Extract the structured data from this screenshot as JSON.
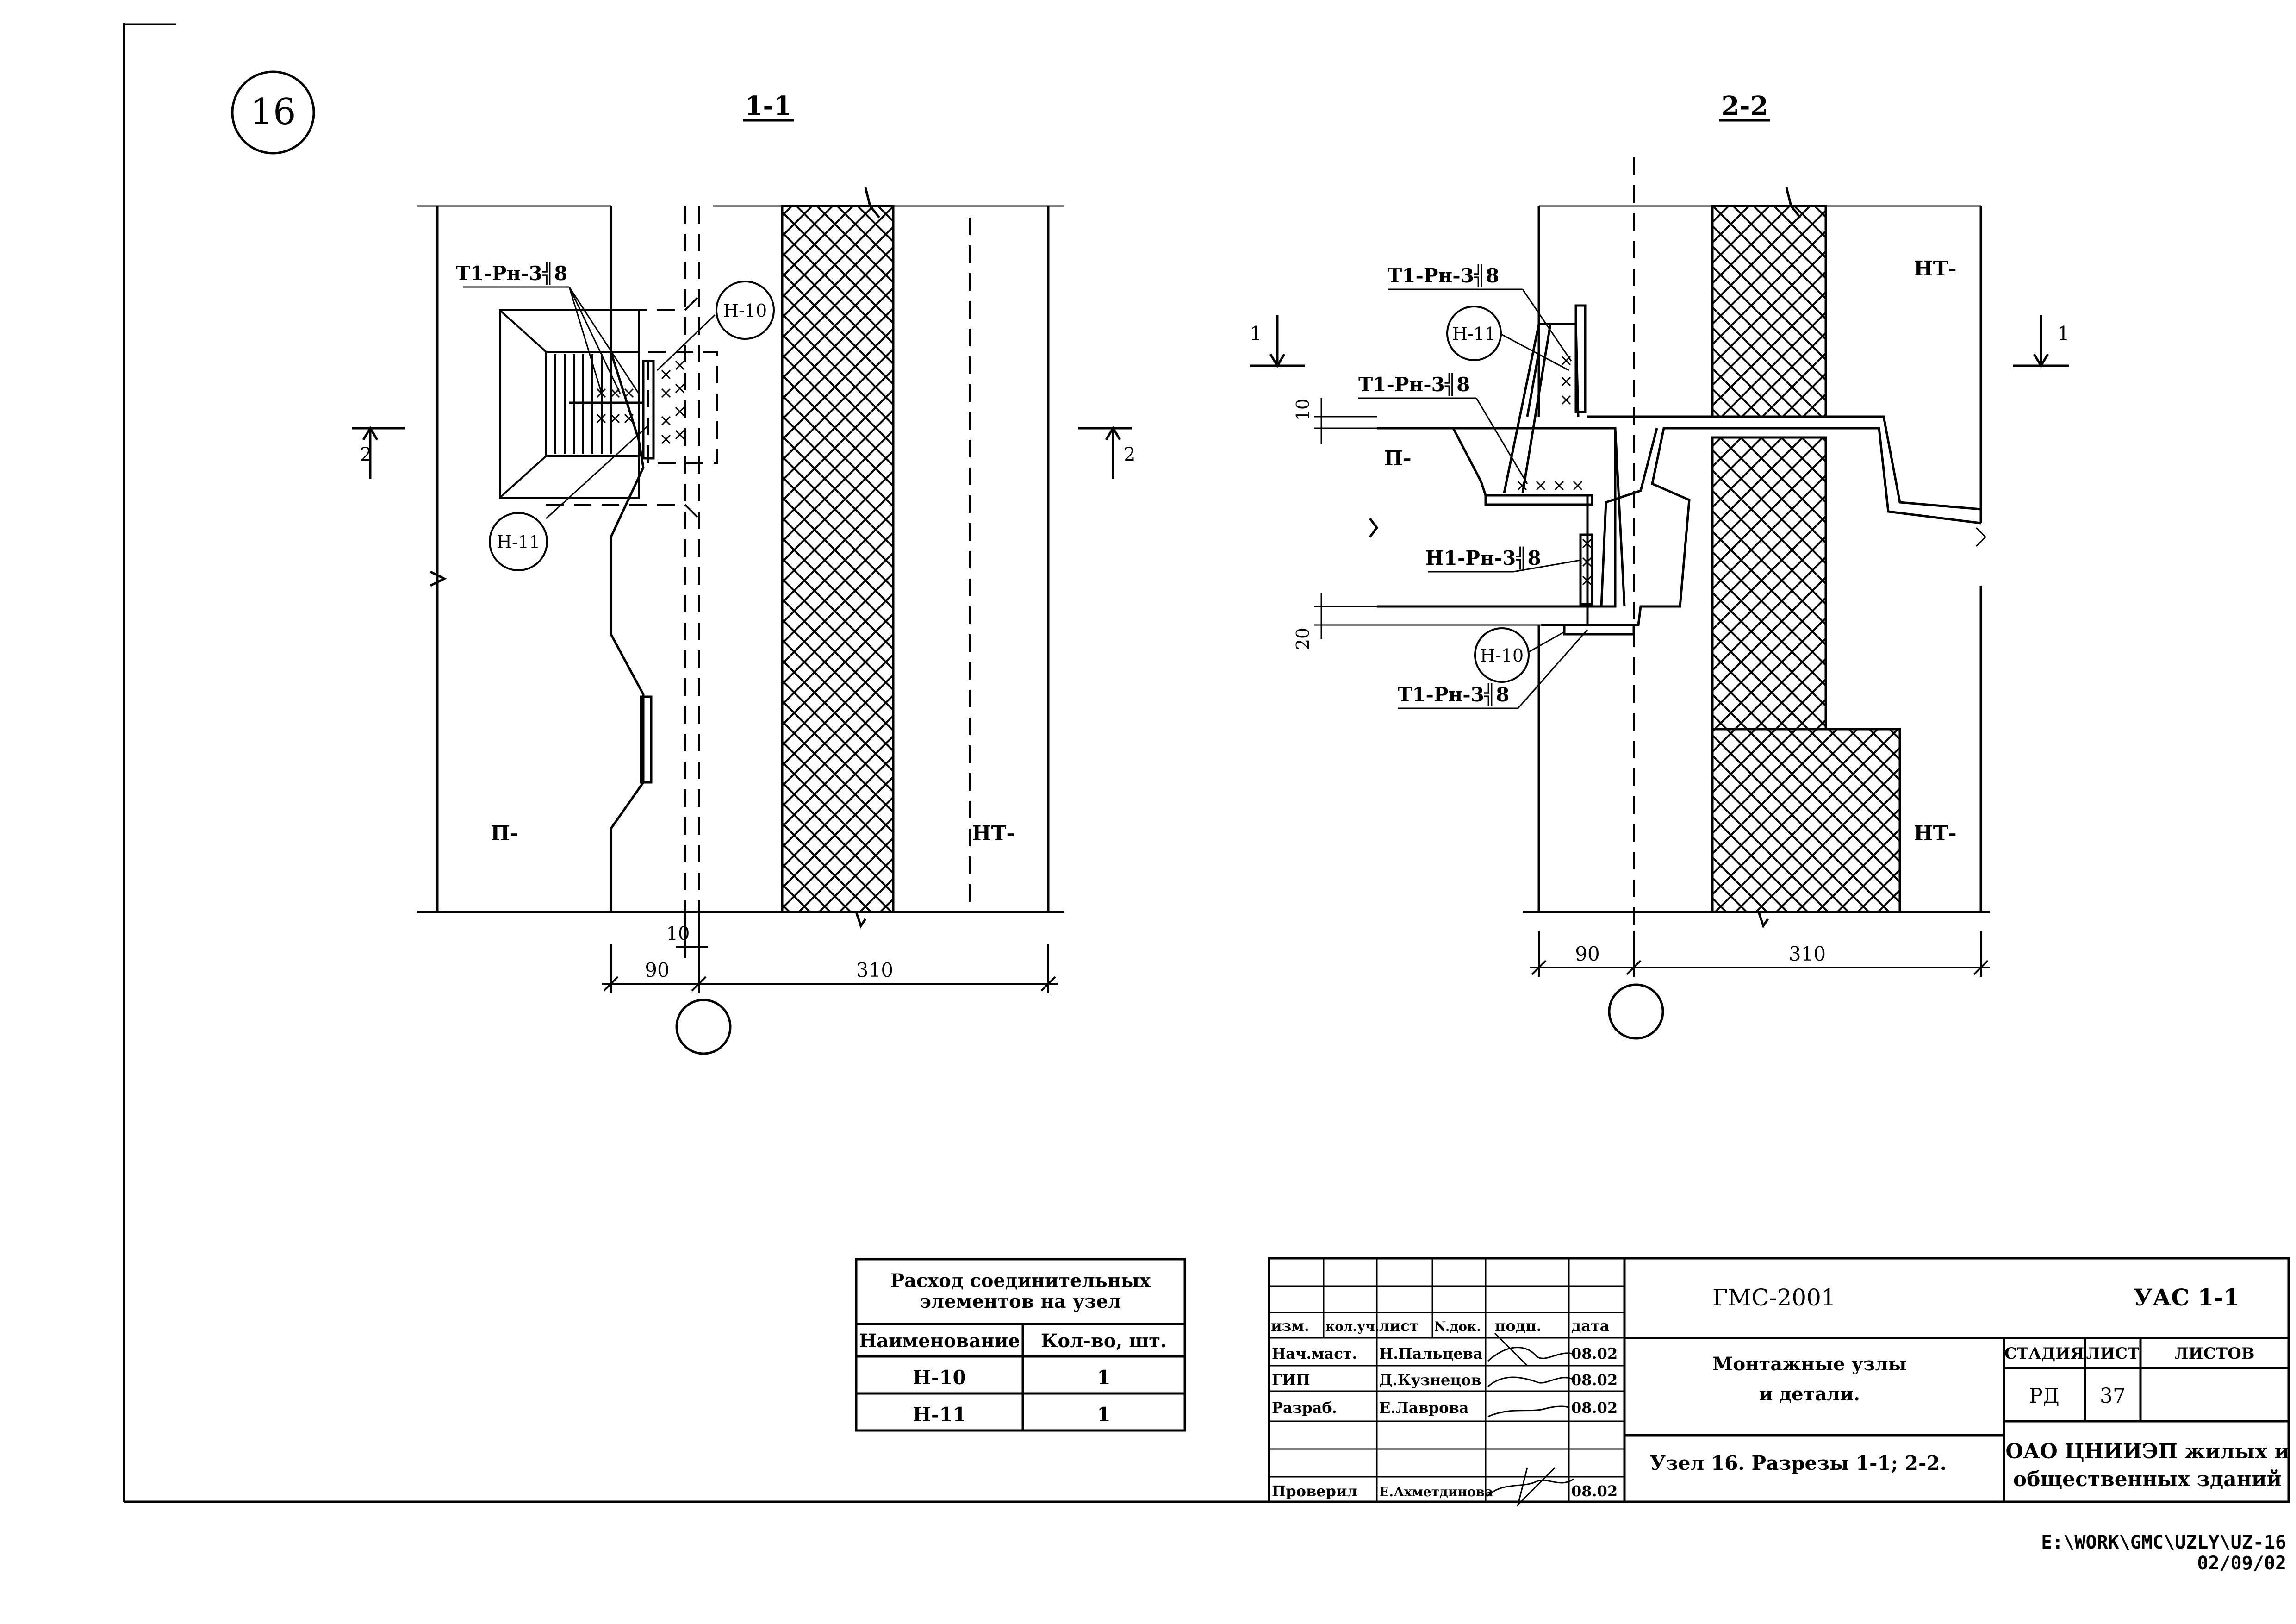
{
  "node_number": "16",
  "section_1": {
    "title": "1-1",
    "weld_top": "Т1-Рн-3╣8",
    "callout_h10": "Н-10",
    "callout_h11": "Н-11",
    "panel_left": "П-",
    "panel_right": "НТ-",
    "cut_mark": "2",
    "dim_small": "10",
    "dim_left": "90",
    "dim_right": "310"
  },
  "section_2": {
    "title": "2-2",
    "weld_top": "Т1-Рн-3╣8",
    "weld_mid": "Т1-Рн-3╣8",
    "weld_h1": "Н1-Рн-3╣8",
    "weld_bottom": "Т1-Рн-3╣8",
    "callout_h11": "Н-11",
    "callout_h10": "Н-10",
    "panel_left": "П-",
    "panel_right_top": "НТ-",
    "panel_right_bottom": "НТ-",
    "cut_mark": "1",
    "dim_10": "10",
    "dim_20": "20",
    "dim_left": "90",
    "dim_right": "310"
  },
  "elements_table": {
    "title_line1": "Расход соединительных",
    "title_line2": "элементов на узел",
    "headers": [
      "Наименование",
      "Кол-во, шт."
    ],
    "rows": [
      {
        "name": "Н-10",
        "qty": "1"
      },
      {
        "name": "Н-11",
        "qty": "1"
      }
    ]
  },
  "title_block": {
    "header_cols": [
      "изм.",
      "кол.уч.",
      "лист",
      "N.док.",
      "подп.",
      "дата"
    ],
    "people": [
      {
        "role": "Нач.маст.",
        "name": "Н.Пальцева",
        "date": "08.02"
      },
      {
        "role": "ГИП",
        "name": "Д.Кузнецов",
        "date": "08.02"
      },
      {
        "role": "Разраб.",
        "name": "Е.Лаврова",
        "date": "08.02"
      },
      {
        "role": "",
        "name": "",
        "date": ""
      },
      {
        "role": "Проверил",
        "name": "Е.Ахметдинова",
        "date": "08.02"
      }
    ],
    "project": "ГМС-2001",
    "code": "УАС 1-1",
    "desc_line1": "Монтажные узлы",
    "desc_line2": "и детали.",
    "stage_label": "СТАДИЯ",
    "sheet_label": "ЛИСТ",
    "sheets_label": "ЛИСТОВ",
    "stage": "РД",
    "sheet": "37",
    "sheets": "",
    "node_desc": "Узел 16.   Разрезы 1-1; 2-2.",
    "org_line1": "ОАО ЦНИИЭП жилых и",
    "org_line2": "общественных зданий"
  },
  "file_path": "E:\\WORK\\GMC\\UZLY\\UZ-16",
  "file_date": "02/09/02"
}
